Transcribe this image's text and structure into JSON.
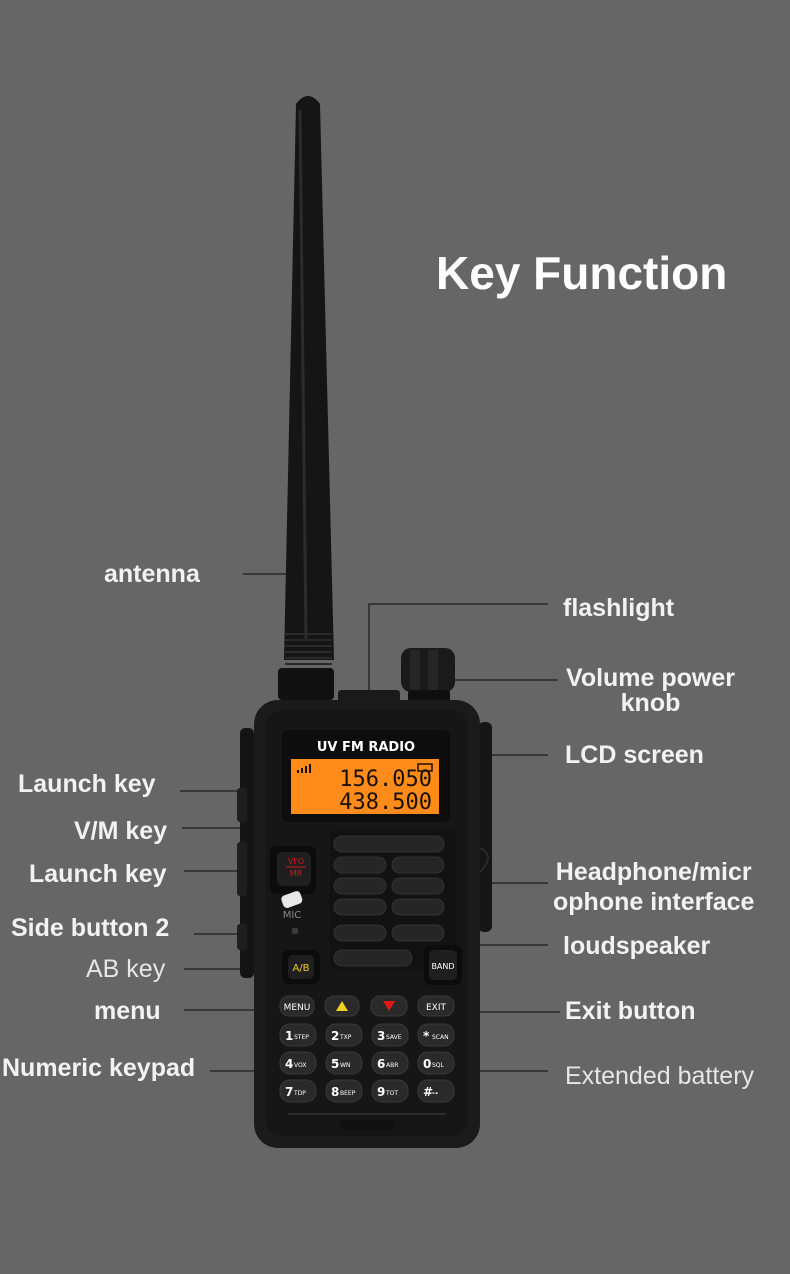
{
  "title": "Key Function",
  "radio": {
    "panel_text": "UV FM RADIO",
    "lcd_line1": "156.050",
    "lcd_line2": "438.500",
    "mic_text": "MIC",
    "vfo_text": "VFO",
    "mr_text": "MR",
    "ab_text": "A/B",
    "band_text": "BAND",
    "menu_text": "MENU",
    "exit_text": "EXIT",
    "keys": [
      {
        "num": "1",
        "sub": "STEP"
      },
      {
        "num": "2",
        "sub": "TXP"
      },
      {
        "num": "3",
        "sub": "SAVE"
      },
      {
        "num": "*",
        "sub": "SCAN"
      },
      {
        "num": "4",
        "sub": "VOX"
      },
      {
        "num": "5",
        "sub": "WN"
      },
      {
        "num": "6",
        "sub": "ABR"
      },
      {
        "num": "0",
        "sub": "SQL"
      },
      {
        "num": "7",
        "sub": "TDP"
      },
      {
        "num": "8",
        "sub": "BEEP"
      },
      {
        "num": "9",
        "sub": "TOT"
      },
      {
        "num": "#",
        "sub": "⊶"
      }
    ]
  },
  "labels": {
    "antenna": "antenna",
    "flashlight": "flashlight",
    "volume_line1": "Volume power",
    "volume_line2": "knob",
    "lcd_screen": "LCD screen",
    "launch_key_1": "Launch key",
    "vm_key": "V/M key",
    "launch_key_2": "Launch key",
    "headphone_line1": "Headphone/micr",
    "headphone_line2": "ophone interface",
    "side_button_2": "Side button 2",
    "ab_key": "AB key",
    "loudspeaker": "loudspeaker",
    "menu": "menu",
    "exit_button": "Exit button",
    "numeric_keypad": "Numeric keypad",
    "extended_battery": "Extended battery"
  },
  "colors": {
    "background": "#666666",
    "lcd": "#ff8c1a",
    "vfo_red": "#d11a1a",
    "ab_yellow": "#f0d020",
    "up_arrow": "#f0d020",
    "down_arrow": "#e01818"
  }
}
